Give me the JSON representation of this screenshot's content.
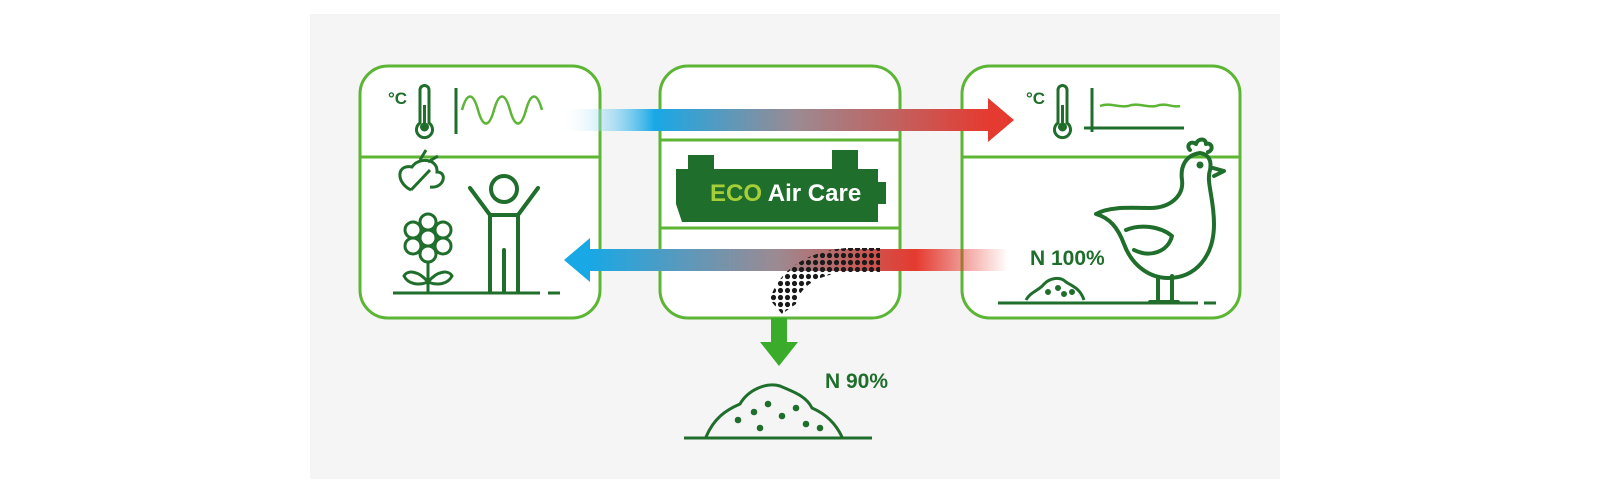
{
  "machine": {
    "brand_highlight": "ECO",
    "brand_rest": " Air Care"
  },
  "labels": {
    "unit_celsius": "°C",
    "nitrogen_in": "N 100%",
    "nitrogen_out": "N 90%"
  },
  "colors": {
    "frame_green": "#5cb535",
    "icon_green": "#1f6e2b",
    "accent_lime": "#a6ce39",
    "warm_red": "#e53a2f",
    "cool_blue": "#18a8e6",
    "arrow_green": "#3bab2c"
  },
  "icons": [
    "thermometer-icon",
    "temperature-wave-chart-icon",
    "temperature-flat-chart-icon",
    "butterfly-icon",
    "flower-icon",
    "person-icon",
    "chicken-icon",
    "manure-pile-icon",
    "down-arrow-icon",
    "heat-exchange-arrow-icon",
    "return-air-arrow-icon"
  ]
}
